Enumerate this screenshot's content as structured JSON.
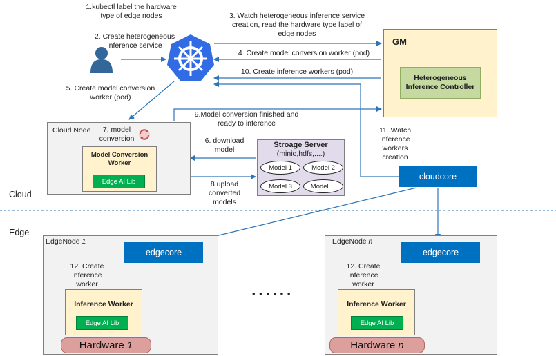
{
  "labels": {
    "step1": "1.kubectl label the hardware\ntype of edge nodes",
    "step2": "2. Create heterogeneous\ninference service",
    "step3": "3. Watch heterogeneous inference service\ncreation, read the hardware type label of\nedge nodes",
    "step4": "4. Create model conversion worker (pod)",
    "step5": "5. Create model conversion\nworker (pod)",
    "step6": "6. download\nmodel",
    "step7": "7. model\nconversion",
    "step8": "8.upload\nconverted\nmodels",
    "step9": "9.Model conversion finished and\nready to inference",
    "step10": "10. Create inference workers (pod)",
    "step11": "11. Watch\ninference\nworkers\ncreation",
    "step12a": "12. Create\ninference\nworker",
    "step12b": "12. Create\ninference\nworker"
  },
  "gm": {
    "title": "GM",
    "controller": "Heterogeneous\nInference Controller"
  },
  "cloud_node": {
    "title": "Cloud Node",
    "worker": "Model Conversion\nWorker",
    "lib": "Edge AI Lib"
  },
  "storage": {
    "title": "Stroage Server",
    "subtitle": "(minio,hdfs,....)",
    "models": [
      "Model 1",
      "Model 2",
      "Model 3",
      "Model ..."
    ]
  },
  "cloudcore": "cloudcore",
  "zones": {
    "cloud": "Cloud",
    "edge": "Edge"
  },
  "edge_nodes": [
    {
      "prefix": "EdgeNode ",
      "id": "1",
      "edgecore": "edgecore",
      "worker": "Inference Worker",
      "lib": "Edge AI Lib",
      "hardware_prefix": "Hardware ",
      "hardware_id": "1"
    },
    {
      "prefix": "EdgeNode ",
      "id": "n",
      "edgecore": "edgecore",
      "worker": "Inference Worker",
      "lib": "Edge AI Lib",
      "hardware_prefix": "Hardware ",
      "hardware_id": "n"
    }
  ],
  "ellipsis": "• • • • • •",
  "colors": {
    "blue": "#0070c0",
    "green": "#00b050",
    "yellow": "#fff2cc",
    "grey": "#f2f2f2",
    "storage": "#e2dbec",
    "controller": "#c5d9a0",
    "hardware": "#dd9f9c",
    "kube": "#326ce5"
  },
  "icons": {
    "user": "user-icon",
    "kubernetes": "kubernetes-helm-icon",
    "refresh": "refresh-cycle-icon"
  }
}
